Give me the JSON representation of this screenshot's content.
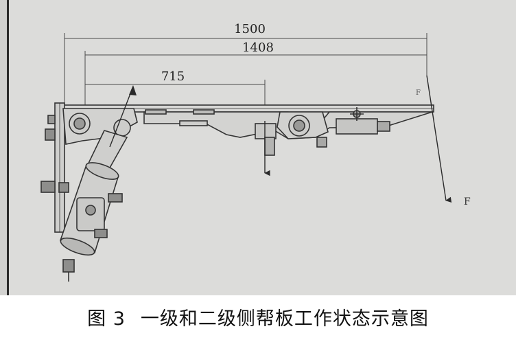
{
  "diagram": {
    "dimensions": {
      "d1500": "1500",
      "d1408": "1408",
      "d715": "715"
    },
    "force_labels": {
      "f_right": "F",
      "f_top": "F"
    },
    "caption": {
      "figure_number": "图 3",
      "text": "一级和二级侧帮板工作状态示意图"
    }
  }
}
